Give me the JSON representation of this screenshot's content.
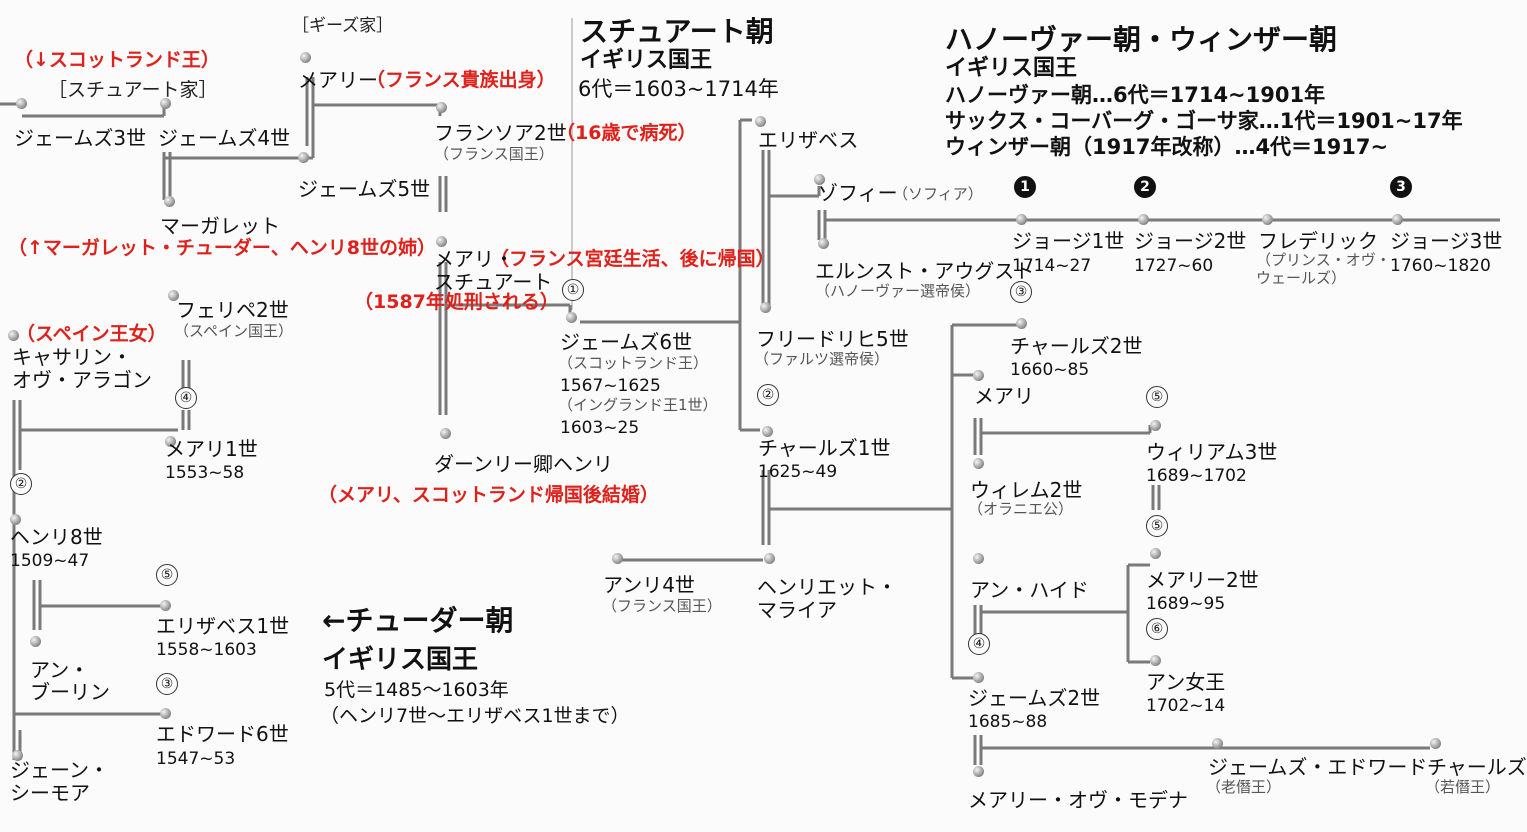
{
  "headings": {
    "stuart": {
      "title": "スチュアート朝",
      "sub": "イギリス国王",
      "info": "6代＝1603~1714年"
    },
    "hanover": {
      "title": "ハノーヴァー朝・ウィンザー朝",
      "sub": "イギリス国王",
      "lines": [
        "ハノーヴァー朝…6代＝1714~1901年",
        "サックス・コーバーグ・ゴーサ家…1代＝1901~17年",
        "ウィンザー朝（1917年改称）…4代＝1917~"
      ]
    },
    "tudor": {
      "title": "←チューダー朝",
      "sub": "イギリス国王",
      "info": "5代＝1485～1603年",
      "note": "（ヘンリ7世～エリザベス1世まで）"
    }
  },
  "houses": {
    "guise": "［ギーズ家］",
    "stuart": "［スチュアート家］"
  },
  "notes": {
    "scot_king": "（↓スコットランド王）",
    "mary_guise": "（フランス貴族出身）",
    "francis": "（16歳で病死）",
    "margaret": "（↑マーガレット・チューダー、ヘンリ8世の姉）",
    "mary_stuart": "（フランス宮廷生活、後に帰国）",
    "executed": "（1587年処刑される）",
    "spain": "（スペイン王女）",
    "marriage": "（メアリ、スコットランド帰国後結婚）"
  },
  "people": {
    "james3": {
      "name": "ジェームズ3世"
    },
    "james4": {
      "name": "ジェームズ4世"
    },
    "mary_guise": {
      "name": "メアリー"
    },
    "james5": {
      "name": "ジェームズ5世"
    },
    "margaret": {
      "name": "マーガレット"
    },
    "francis2": {
      "name": "フランソア2世",
      "title": "（フランス国王）"
    },
    "mary_stuart": {
      "name1": "メアリ・",
      "name2": "スチュアート"
    },
    "darnley": {
      "name": "ダーンリー卿ヘンリ"
    },
    "philip2": {
      "name": "フェリペ2世",
      "title": "（スペイン国王）"
    },
    "catherine": {
      "name1": "キャサリン・",
      "name2": "オヴ・アラゴン"
    },
    "mary1": {
      "name": "メアリ1世",
      "years": "1553~58"
    },
    "henry8": {
      "name": "ヘンリ8世",
      "years": "1509~47"
    },
    "elizabeth1": {
      "name": "エリザベス1世",
      "years": "1558~1603"
    },
    "anne_boleyn": {
      "name1": "アン・",
      "name2": "ブーリン"
    },
    "edward6": {
      "name": "エドワード6世",
      "years": "1547~53"
    },
    "jane_seymour": {
      "name1": "ジェーン・",
      "name2": "シーモア"
    },
    "james6": {
      "name": "ジェームズ6世",
      "title1": "（スコットランド王）",
      "years1": "1567~1625",
      "title2": "（イングランド王1世）",
      "years2": "1603~25"
    },
    "henry4": {
      "name": "アンリ4世",
      "title": "（フランス国王）"
    },
    "elizabeth_s": {
      "name": "エリザベス"
    },
    "frederick5": {
      "name": "フリードリヒ5世",
      "title": "（ファルツ選帝侯）"
    },
    "charles1": {
      "name": "チャールズ1世",
      "years": "1625~49"
    },
    "henrietta": {
      "name1": "ヘンリエット・",
      "name2": "マライア"
    },
    "sophia": {
      "name": "ゾフィー",
      "alt": "（ソフィア）"
    },
    "ernst": {
      "name": "エルンスト・アウグスト",
      "title": "（ハノーヴァー選帝侯）"
    },
    "george1": {
      "name": "ジョージ1世",
      "years": "1714~27"
    },
    "george2": {
      "name": "ジョージ2世",
      "years": "1727~60"
    },
    "frederick_w": {
      "name": "フレデリック",
      "title1": "（プリンス・オヴ・",
      "title2": "ウェールズ）"
    },
    "george3": {
      "name": "ジョージ3世",
      "years": "1760~1820"
    },
    "charles2": {
      "name": "チャールズ2世",
      "years": "1660~85"
    },
    "mary_o": {
      "name": "メアリ"
    },
    "willem2": {
      "name": "ウィレム2世",
      "title": "（オラニエ公）"
    },
    "william3": {
      "name": "ウィリアム3世",
      "years": "1689~1702"
    },
    "anne_hyde": {
      "name": "アン・ハイド"
    },
    "mary2": {
      "name": "メアリー2世",
      "years": "1689~95"
    },
    "queen_anne": {
      "name": "アン女王",
      "years": "1702~14"
    },
    "james2": {
      "name": "ジェームズ2世",
      "years": "1685~88"
    },
    "mary_modena": {
      "name": "メアリー・オヴ・モデナ"
    },
    "james_edward": {
      "name": "ジェームズ・エドワード",
      "title": "（老僭王）"
    },
    "charles_young": {
      "name": "チャールズ",
      "title": "（若僭王）"
    }
  },
  "markers": {
    "m1": "①",
    "m2": "②",
    "m3": "③",
    "m4": "④",
    "m5": "⑤",
    "m6": "⑥",
    "b1": "1",
    "b2": "2",
    "b3": "3"
  },
  "colors": {
    "note_red": "#e0201a",
    "line": "#777777"
  }
}
